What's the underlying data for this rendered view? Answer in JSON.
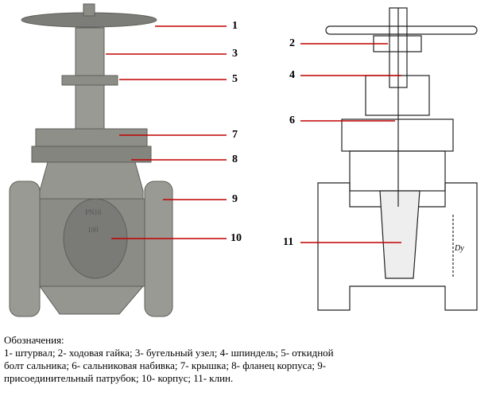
{
  "photo_markings": {
    "mark1": "PN16",
    "mark2": "100"
  },
  "labels_left": [
    "1",
    "3",
    "5",
    "7",
    "8",
    "9",
    "10"
  ],
  "labels_right": [
    "2",
    "4",
    "6",
    "11"
  ],
  "dimension_label": "Dy",
  "legend": {
    "title": "Обозначения:",
    "text": "1- штурвал; 2- ходовая гайка; 3- бугельный узел; 4- шпиндель; 5- откидной болт сальника; 6- сальниковая набивка; 7- крышка; 8- фланец корпуса; 9- присоединительный патрубок; 10- корпус; 11- клин."
  },
  "colors": {
    "leader": "#c00000",
    "metal": "#8a8a86"
  }
}
